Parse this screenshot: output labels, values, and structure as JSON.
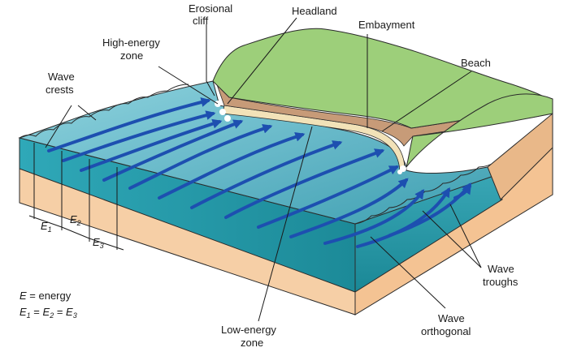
{
  "labels": {
    "erosional_cliff_1": "Erosional",
    "erosional_cliff_2": "cliff",
    "headland": "Headland",
    "embayment": "Embayment",
    "beach": "Beach",
    "high_energy_1": "High-energy",
    "high_energy_2": "zone",
    "wave_crests_1": "Wave",
    "wave_crests_2": "crests",
    "low_energy_1": "Low-energy",
    "low_energy_2": "zone",
    "wave_orthogonal_1": "Wave",
    "wave_orthogonal_2": "orthogonal",
    "wave_troughs_1": "Wave",
    "wave_troughs_2": "troughs"
  },
  "energy_markers": [
    "E1",
    "E2",
    "E3"
  ],
  "legend": {
    "line1_var": "E",
    "line1_text": "= energy",
    "line2": "E1 = E2 = E3"
  },
  "colors": {
    "water": "#5fb3c4",
    "water_deep": "#1d8a97",
    "land": "#9ccf7a",
    "cliff": "#c8a07a",
    "beach": "#f2e2b8",
    "sediment": "#f4c89c",
    "arrow": "#1d4fb0"
  }
}
